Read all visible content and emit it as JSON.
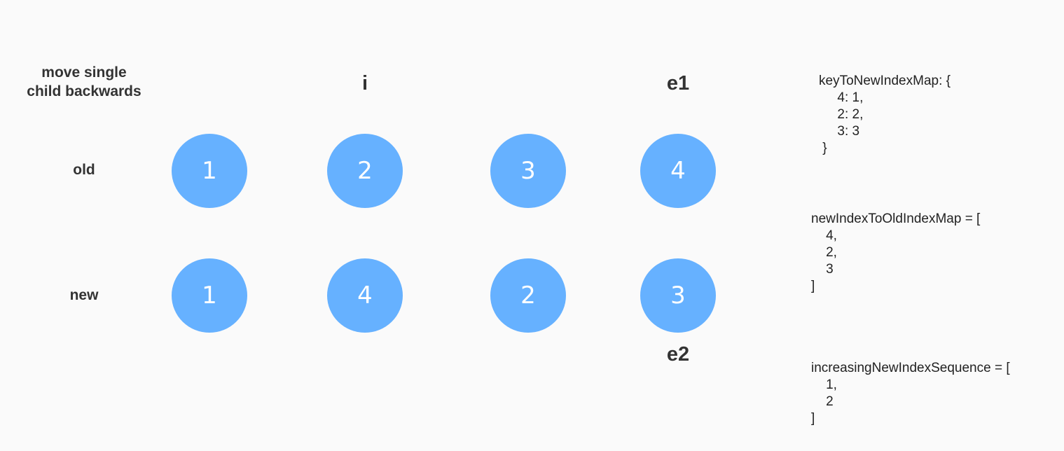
{
  "title": {
    "line1": "move single",
    "line2": "child backwards"
  },
  "row_labels": {
    "old": "old",
    "new": "new"
  },
  "markers": {
    "i": "i",
    "e1": "e1",
    "e2": "e2"
  },
  "old_nodes": [
    "1",
    "2",
    "3",
    "4"
  ],
  "new_nodes": [
    "1",
    "4",
    "2",
    "3"
  ],
  "code": {
    "keyToNewIndexMap": [
      "keyToNewIndexMap: {",
      "     4: 1,",
      "     2: 2,",
      "     3: 3",
      " }"
    ],
    "newIndexToOldIndexMap": [
      "newIndexToOldIndexMap = [",
      "    4,",
      "    2,",
      "    3",
      "]"
    ],
    "increasingNewIndexSequence": [
      "increasingNewIndexSequence = [",
      "    1,",
      "    2",
      "]"
    ]
  },
  "colors": {
    "node_fill": "#66b1ff",
    "node_text": "#ffffff",
    "background": "#fafafa",
    "label_text": "#333333"
  }
}
